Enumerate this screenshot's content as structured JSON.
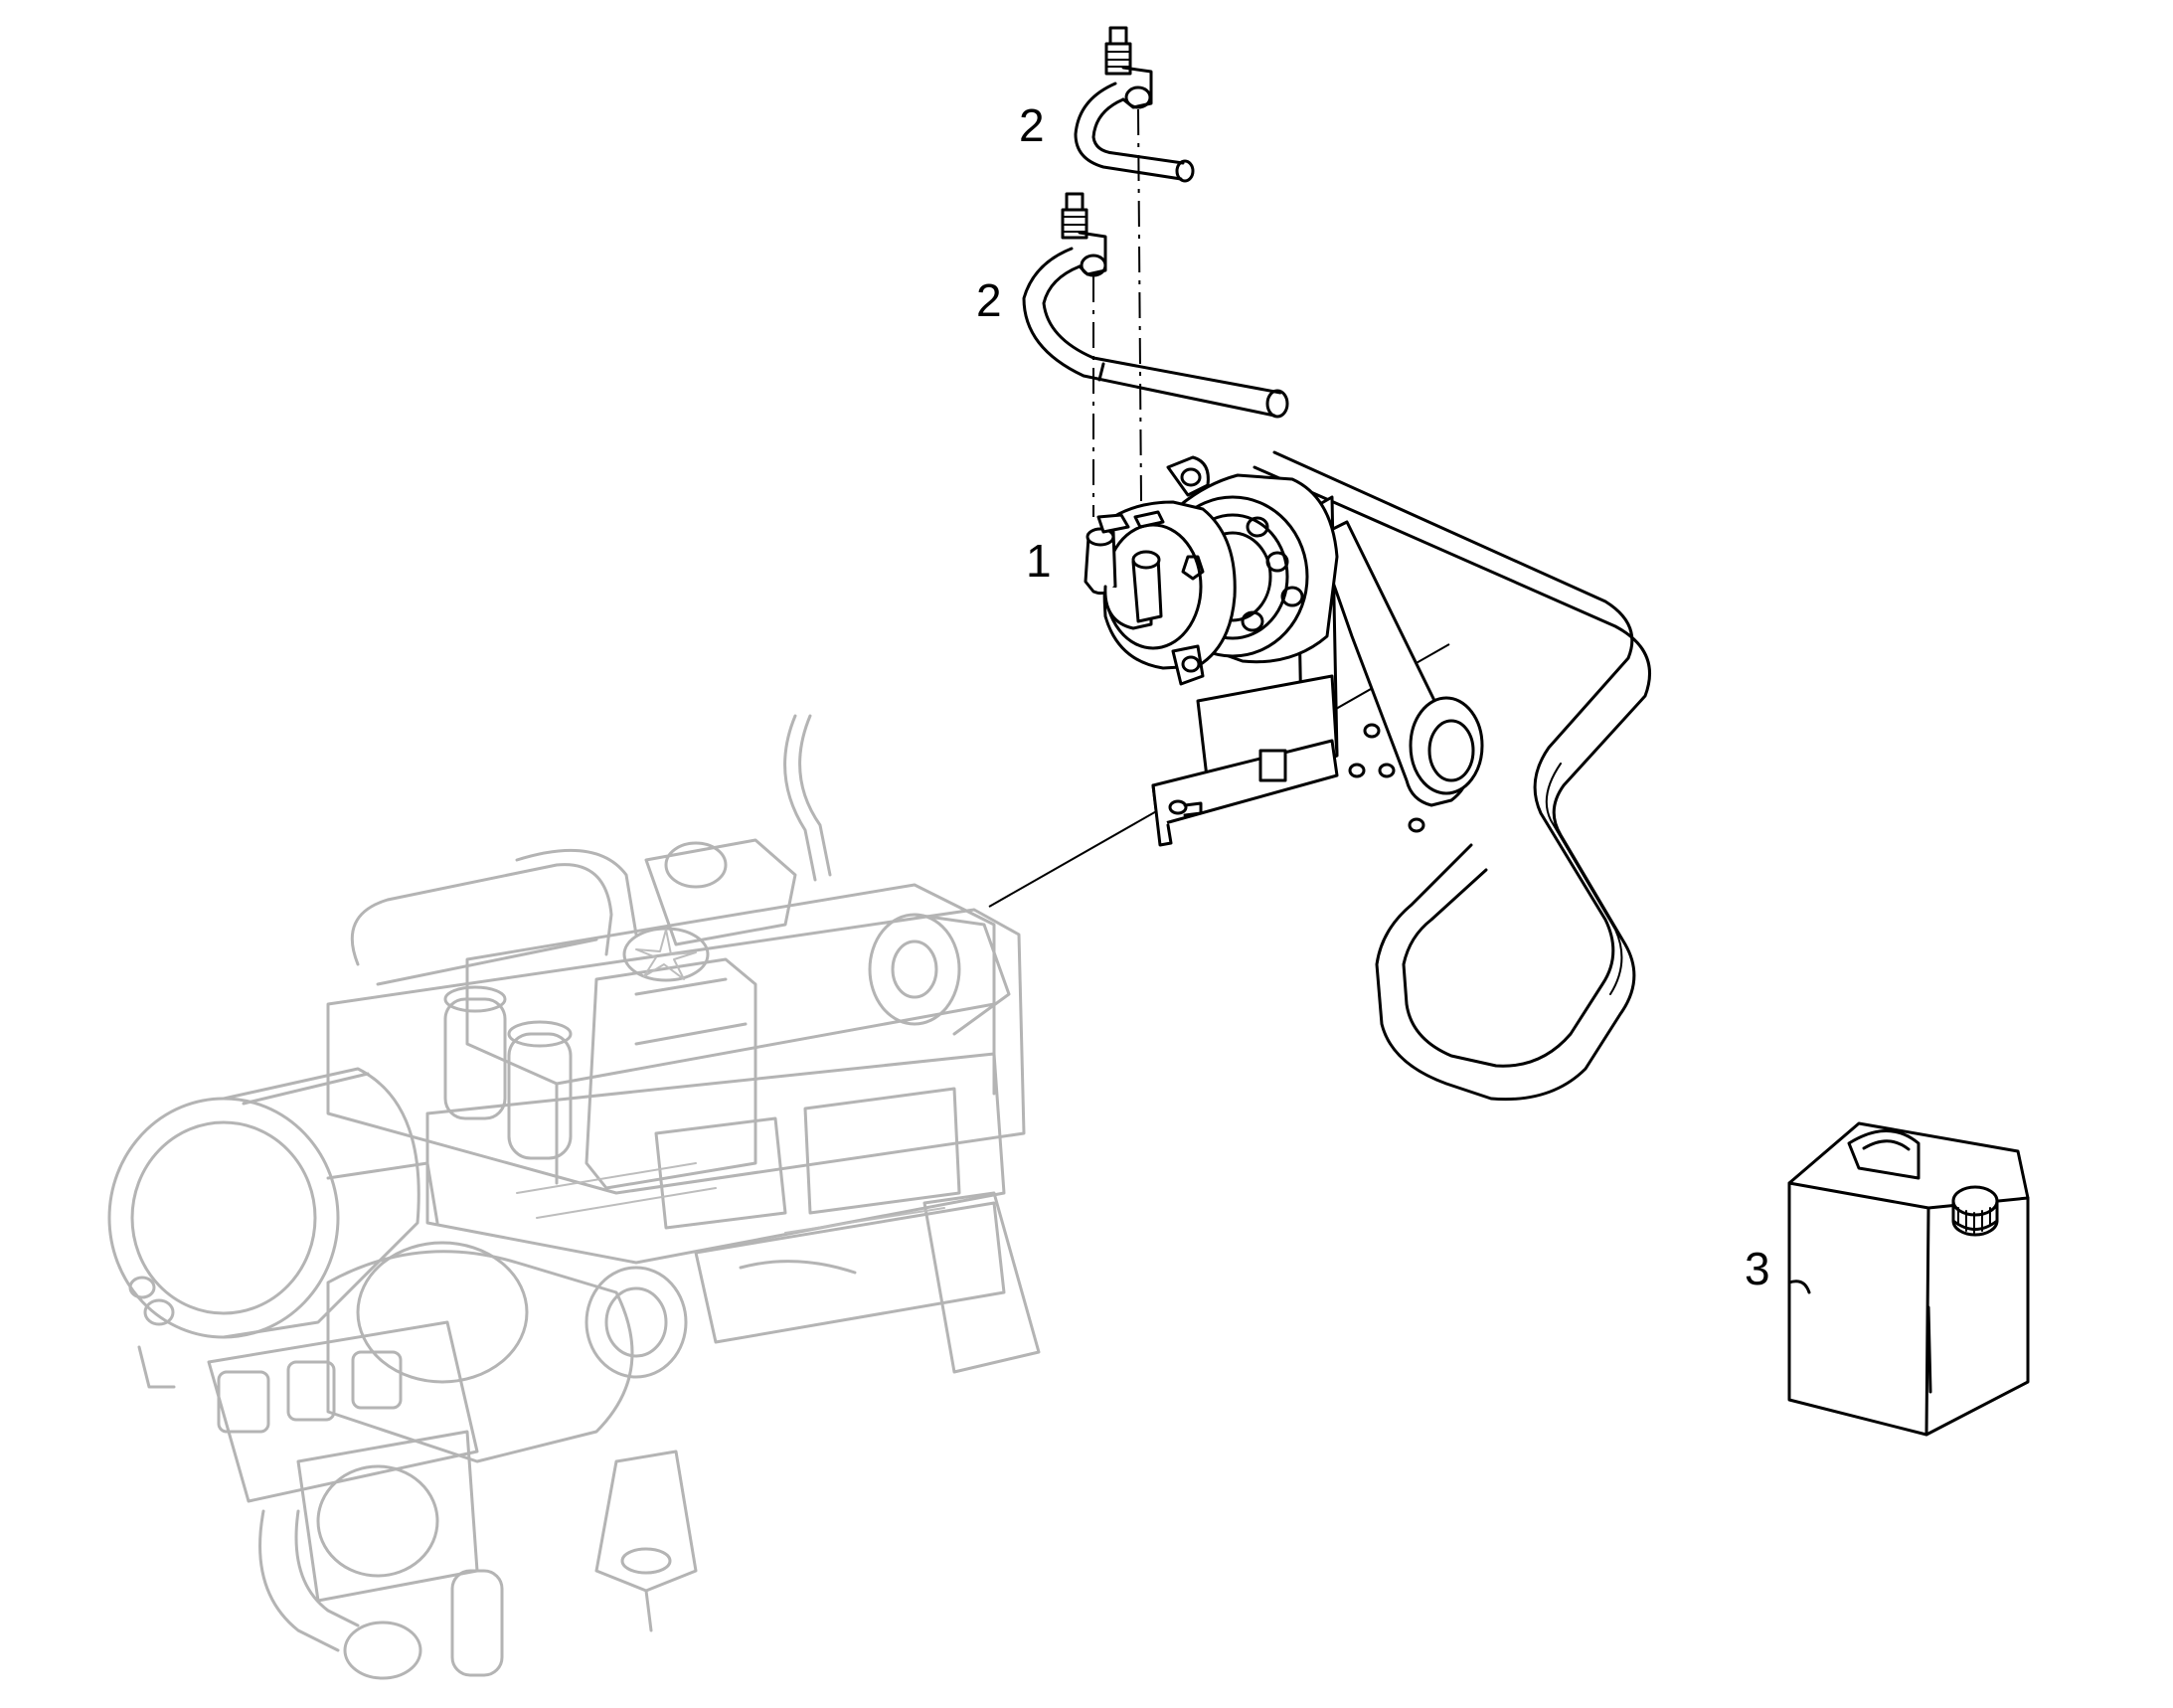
{
  "diagram": {
    "callouts": [
      {
        "id": "hose-upper",
        "text": "2"
      },
      {
        "id": "hose-lower",
        "text": "2"
      },
      {
        "id": "compressor",
        "text": "1"
      },
      {
        "id": "canister",
        "text": "3"
      }
    ],
    "colors": {
      "line": "#000000",
      "engine_ghost": "#b4b4b4",
      "background": "#ffffff"
    }
  }
}
